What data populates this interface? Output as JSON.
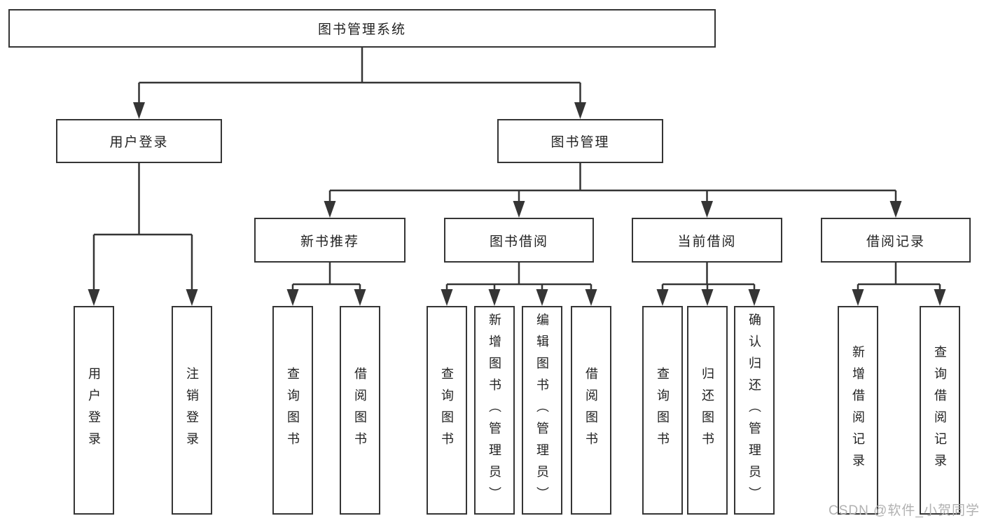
{
  "diagram_type": "tree",
  "tree": {
    "label": "图书管理系统",
    "children": [
      {
        "label": "用户登录",
        "children": [
          {
            "label": "用户登录"
          },
          {
            "label": "注销登录"
          }
        ]
      },
      {
        "label": "图书管理",
        "children": [
          {
            "label": "新书推荐",
            "children": [
              {
                "label": "查询图书"
              },
              {
                "label": "借阅图书"
              }
            ]
          },
          {
            "label": "图书借阅",
            "children": [
              {
                "label": "查询图书"
              },
              {
                "label": "新增图书（管理员）"
              },
              {
                "label": "编辑图书（管理员）"
              },
              {
                "label": "借阅图书"
              }
            ]
          },
          {
            "label": "当前借阅",
            "children": [
              {
                "label": "查询图书"
              },
              {
                "label": "归还图书"
              },
              {
                "label": "确认归还（管理员）"
              }
            ]
          },
          {
            "label": "借阅记录",
            "children": [
              {
                "label": "新增借阅记录"
              },
              {
                "label": "查询借阅记录"
              }
            ]
          }
        ]
      }
    ]
  },
  "watermark": {
    "text": "CSDN @软件_小贺同学"
  },
  "colors": {
    "line": "#353535",
    "box_border": "#353535",
    "text": "#222222",
    "watermark": "#b1b1b1",
    "background": "#ffffff"
  }
}
